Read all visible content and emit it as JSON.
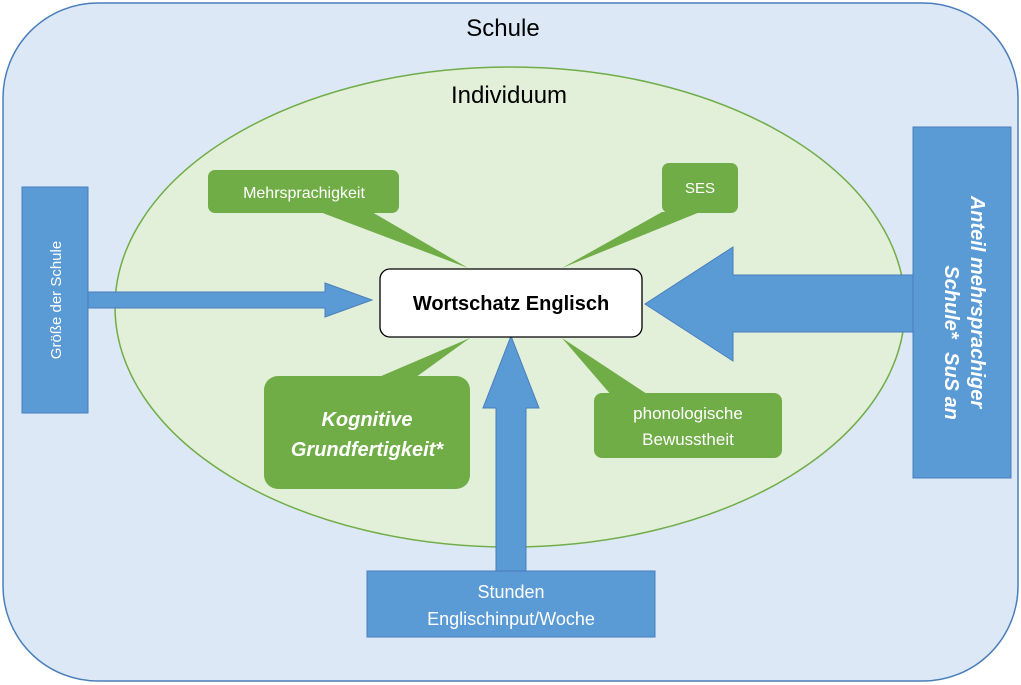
{
  "school": {
    "label": "Schule"
  },
  "individual": {
    "label": "Individuum"
  },
  "center": {
    "label": "Wortschatz Englisch"
  },
  "individual_factors": {
    "multilingualism": "Mehrsprachigkeit",
    "ses": "SES",
    "cognitive_line1": "Kognitive",
    "cognitive_line2": "Grundfertigkeit*",
    "phonological_line1": "phonologische",
    "phonological_line2": "Bewusstheit"
  },
  "school_factors": {
    "school_size": "Größe der Schule",
    "hours_line1": "Stunden",
    "hours_line2": "Englischinput/Woche",
    "share_line1": "Anteil mehrsprachiger",
    "share_line2": "SuS an",
    "share_line3": "Schule*"
  },
  "colors": {
    "school_fill": "#dce8f6",
    "school_stroke": "#4a7ebb",
    "individual_fill": "#e2efd9",
    "individual_stroke": "#70ad47",
    "green_box": "#70ad47",
    "blue_box": "#5b9bd5",
    "blue_arrow": "#5b9bd5",
    "center_fill": "#ffffff"
  }
}
